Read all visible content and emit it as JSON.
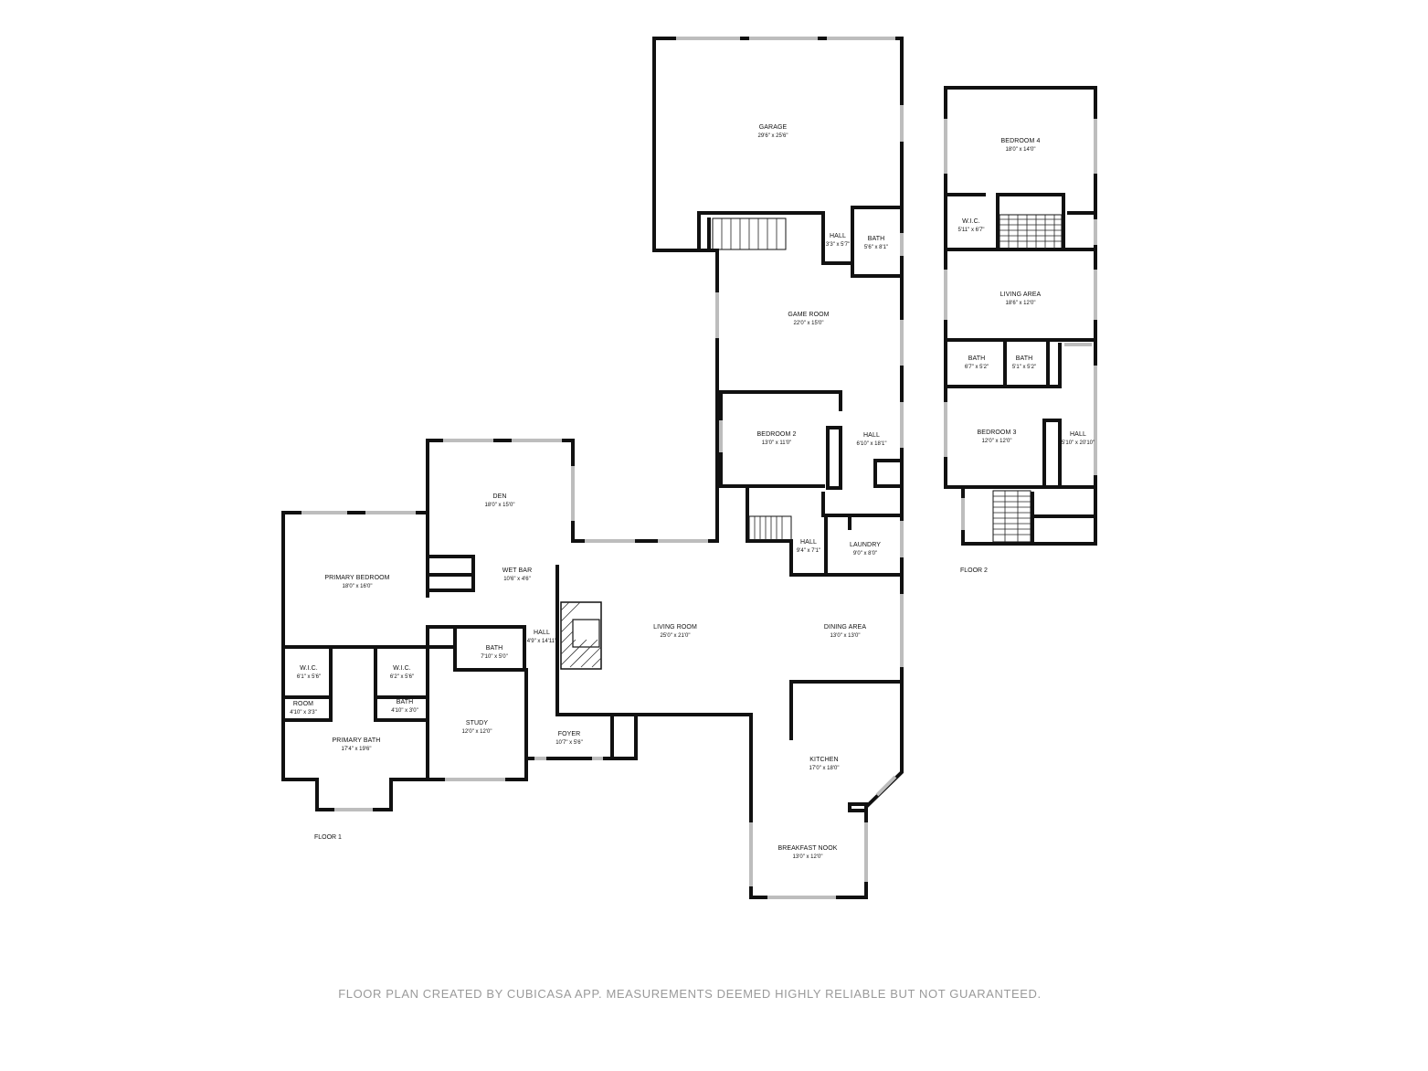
{
  "floors": [
    {
      "label": "FLOOR 1",
      "rooms": [
        {
          "id": "garage",
          "name": "GARAGE",
          "dims": "29'6\" x 25'6\""
        },
        {
          "id": "hall-garage",
          "name": "HALL",
          "dims": "3'3\" x 5'7\""
        },
        {
          "id": "bath-garage",
          "name": "BATH",
          "dims": "5'6\" x 8'1\""
        },
        {
          "id": "game-room",
          "name": "GAME ROOM",
          "dims": "22'0\" x 15'0\""
        },
        {
          "id": "bedroom-2",
          "name": "BEDROOM 2",
          "dims": "13'0\" x 11'0\""
        },
        {
          "id": "hall-east",
          "name": "HALL",
          "dims": "6'10\" x 18'1\""
        },
        {
          "id": "hall-laundry",
          "name": "HALL",
          "dims": "9'4\" x 7'1\""
        },
        {
          "id": "laundry",
          "name": "LAUNDRY",
          "dims": "9'0\" x 8'0\""
        },
        {
          "id": "den",
          "name": "DEN",
          "dims": "18'0\" x 15'0\""
        },
        {
          "id": "wet-bar",
          "name": "WET BAR",
          "dims": "10'6\" x 4'6\""
        },
        {
          "id": "primary-bedroom",
          "name": "PRIMARY BEDROOM",
          "dims": "18'0\" x 16'0\""
        },
        {
          "id": "living-room",
          "name": "LIVING ROOM",
          "dims": "25'0\" x 21'0\""
        },
        {
          "id": "dining-area",
          "name": "DINING AREA",
          "dims": "13'0\" x 13'0\""
        },
        {
          "id": "hall-center",
          "name": "HALL",
          "dims": "4'9\" x 14'11\""
        },
        {
          "id": "bath-center",
          "name": "BATH",
          "dims": "7'10\" x 5'0\""
        },
        {
          "id": "wic-1",
          "name": "W.I.C.",
          "dims": "6'1\" x 5'6\""
        },
        {
          "id": "wic-2",
          "name": "W.I.C.",
          "dims": "6'2\" x 5'6\""
        },
        {
          "id": "room",
          "name": "ROOM",
          "dims": "4'10\" x 3'3\""
        },
        {
          "id": "bath-primary-small",
          "name": "BATH",
          "dims": "4'10\" x 3'0\""
        },
        {
          "id": "primary-bath",
          "name": "PRIMARY BATH",
          "dims": "17'4\" x 19'6\""
        },
        {
          "id": "study",
          "name": "STUDY",
          "dims": "12'0\" x 12'0\""
        },
        {
          "id": "foyer",
          "name": "FOYER",
          "dims": "10'7\" x 5'6\""
        },
        {
          "id": "kitchen",
          "name": "KITCHEN",
          "dims": "17'0\" x 18'0\""
        },
        {
          "id": "breakfast-nook",
          "name": "BREAKFAST NOOK",
          "dims": "13'0\" x 12'0\""
        }
      ]
    },
    {
      "label": "FLOOR 2",
      "rooms": [
        {
          "id": "bedroom-4",
          "name": "BEDROOM 4",
          "dims": "18'0\" x 14'0\""
        },
        {
          "id": "wic-f2",
          "name": "W.I.C.",
          "dims": "5'11\" x 6'7\""
        },
        {
          "id": "living-area",
          "name": "LIVING AREA",
          "dims": "18'6\" x 12'0\""
        },
        {
          "id": "bath-f2-a",
          "name": "BATH",
          "dims": "6'7\" x 5'2\""
        },
        {
          "id": "bath-f2-b",
          "name": "BATH",
          "dims": "5'1\" x 5'2\""
        },
        {
          "id": "bedroom-3",
          "name": "BEDROOM 3",
          "dims": "12'0\" x 12'0\""
        },
        {
          "id": "hall-f2",
          "name": "HALL",
          "dims": "5'10\" x 20'10\""
        }
      ]
    }
  ],
  "disclaimer": "FLOOR PLAN CREATED BY CUBICASA APP. MEASUREMENTS DEEMED HIGHLY RELIABLE BUT NOT GUARANTEED.",
  "colors": {
    "wall": "#111111",
    "window": "#bdbdbd",
    "disclaimer": "#9a9a9a",
    "background": "#ffffff"
  }
}
